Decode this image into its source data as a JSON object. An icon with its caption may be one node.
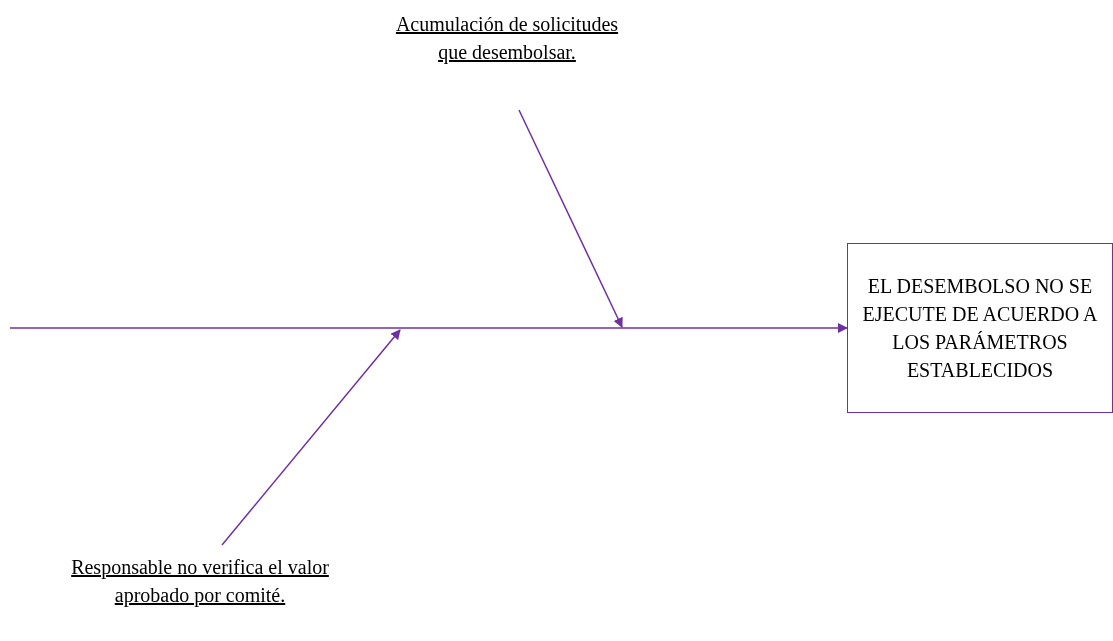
{
  "diagram": {
    "nodes": [
      {
        "text": [
          "Acumulación de solicitudes que desembolsar."
        ]
      },
      {
        "text": [
          "Responsable no verifica el valor aprobado por comité."
        ]
      },
      {
        "text": [
          "EL DESEMBOLSO NO SE EJECUTE DE ACUERDO A LOS PARÁMETROS ESTABLECIDOS"
        ]
      }
    ],
    "edges": [
      {
        "from": null,
        "to": 2,
        "arrow": "to"
      },
      {
        "from": 0,
        "to": null,
        "arrow": "to"
      },
      {
        "from": 1,
        "to": null,
        "arrow": "to"
      }
    ]
  }
}
